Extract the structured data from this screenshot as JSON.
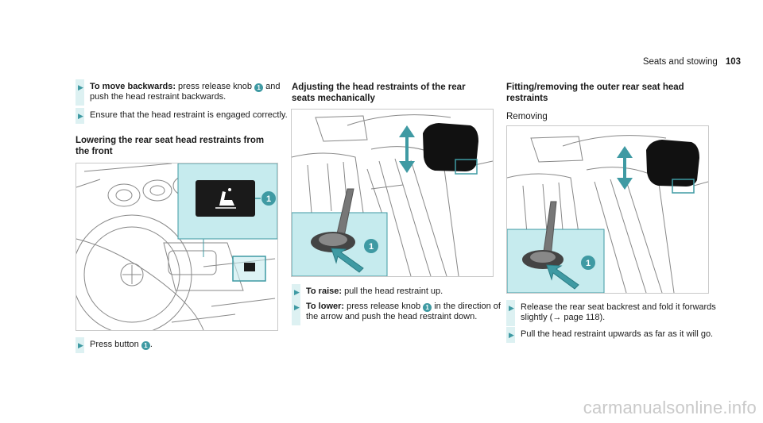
{
  "header": {
    "section": "Seats and stowing",
    "page": "103"
  },
  "col1": {
    "step1": {
      "bold": "To move backwards:",
      "text_a": " press release knob ",
      "badge": "1",
      "text_b": " and push the head restraint backwards."
    },
    "step2": {
      "text": "Ensure that the head restraint is engaged correctly."
    },
    "heading": "Lowering the rear seat head restraints from the front",
    "step3": {
      "text": "Press button ",
      "badge": "1",
      "after": "."
    }
  },
  "col2": {
    "heading": "Adjusting the head restraints of the rear seats mechanically",
    "step1": {
      "bold": "To raise:",
      "text": " pull the head restraint up."
    },
    "step2": {
      "bold": "To lower:",
      "text_a": " press release knob ",
      "badge": "1",
      "text_b": " in the direction of the arrow and push the head restraint down."
    }
  },
  "col3": {
    "heading": "Fitting/removing the outer rear seat head restraints",
    "subheading": "Removing",
    "step1": {
      "text": "Release the rear seat backrest and fold it forwards slightly (→ page 118)."
    },
    "step2": {
      "text": "Pull the head restraint upwards as far as it will go."
    }
  },
  "figure_badges": {
    "fig1": "1",
    "fig2": "1",
    "fig3": "1"
  },
  "icons": {
    "bullet": "triangle-right-icon"
  },
  "colors": {
    "accent": "#3f9aa3",
    "highlight": "#c6ebee",
    "bar": "#ddf1f2"
  },
  "watermark": "carmanualsonline.info"
}
